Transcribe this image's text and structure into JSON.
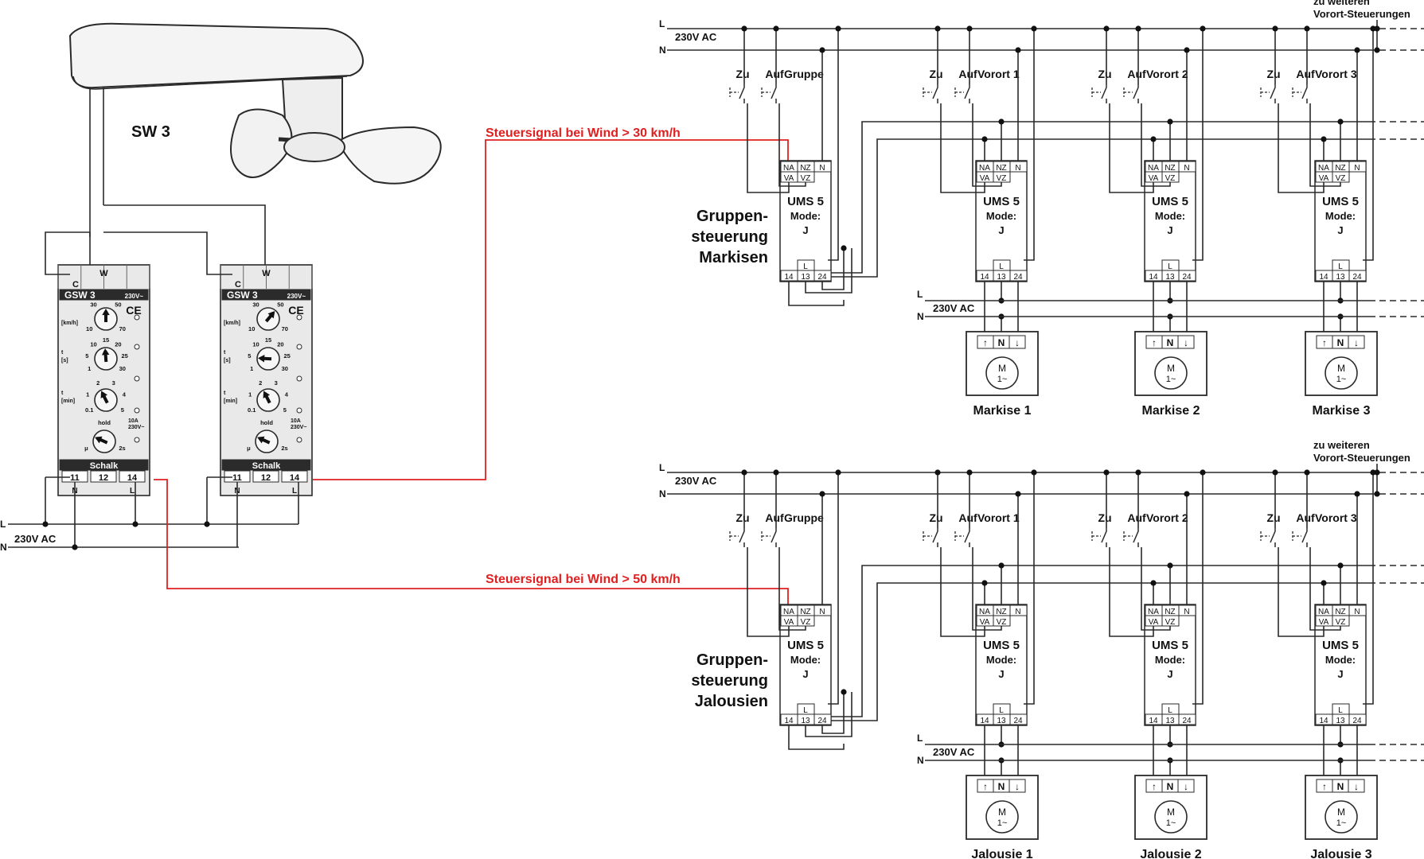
{
  "sensor": {
    "label": "SW 3"
  },
  "relays": [
    {
      "brand": "GSW 3",
      "voltage": "230V~",
      "cert": "CE",
      "top_terms": [
        "C",
        "W"
      ],
      "bot_terms": [
        "11",
        "12",
        "14"
      ],
      "bot_sub": [
        "N",
        "L"
      ],
      "speed_unit": "[km/h]",
      "speed_ticks": [
        "10",
        "30",
        "50",
        "70"
      ],
      "speed_value": 40,
      "ton_unit": "[s]",
      "ton_ticks": [
        "1",
        "5",
        "10",
        "15",
        "20",
        "25",
        "30"
      ],
      "ton_value": 15,
      "toff_unit": "[min]",
      "toff_ticks": [
        "0.1",
        "1",
        "2",
        "3",
        "4",
        "5"
      ],
      "toff_value": 2,
      "hold_ticks": [
        "μ",
        "hold",
        "2s"
      ],
      "rating": [
        "10A",
        "230V~"
      ],
      "logo": "Schalk"
    },
    {
      "brand": "GSW 3",
      "voltage": "230V~",
      "cert": "CE",
      "top_terms": [
        "C",
        "W"
      ],
      "bot_terms": [
        "11",
        "12",
        "14"
      ],
      "bot_sub": [
        "N",
        "L"
      ],
      "speed_unit": "[km/h]",
      "speed_ticks": [
        "10",
        "30",
        "50",
        "70"
      ],
      "speed_value": 50,
      "ton_unit": "[s]",
      "ton_ticks": [
        "1",
        "5",
        "10",
        "15",
        "20",
        "25",
        "30"
      ],
      "ton_value": 5,
      "toff_unit": "[min]",
      "toff_ticks": [
        "0.1",
        "1",
        "2",
        "3",
        "4",
        "5"
      ],
      "toff_value": 2,
      "hold_ticks": [
        "μ",
        "hold",
        "2s"
      ],
      "rating": [
        "10A",
        "230V~"
      ],
      "logo": "Schalk"
    }
  ],
  "mains_left": {
    "L": "L",
    "N": "N",
    "voltage": "230V AC"
  },
  "signals": [
    {
      "label": "Steuersignal bei Wind > 30 km/h",
      "color": "#e02020"
    },
    {
      "label": "Steuersignal bei Wind > 50 km/h",
      "color": "#e02020"
    }
  ],
  "groups": [
    {
      "rails_L": "L",
      "rails_N": "N",
      "rails_voltage": "230V AC",
      "more_label": [
        "zu weiteren",
        "Vorort-Steuerungen"
      ],
      "group_title": [
        "Gruppen-",
        "steuerung",
        "Markisen"
      ],
      "switch_labels": [
        "Zu",
        "Auf"
      ],
      "ums": [
        {
          "name": "Gruppe",
          "title": "UMS 5",
          "mode_label": "Mode:",
          "mode": "J"
        },
        {
          "name": "Vorort 1",
          "title": "UMS 5",
          "mode_label": "Mode:",
          "mode": "J"
        },
        {
          "name": "Vorort 2",
          "title": "UMS 5",
          "mode_label": "Mode:",
          "mode": "J"
        },
        {
          "name": "Vorort 3",
          "title": "UMS 5",
          "mode_label": "Mode:",
          "mode": "J"
        }
      ],
      "motors": [
        "Markise 1",
        "Markise 2",
        "Markise 3"
      ],
      "motor_mains": {
        "L": "L",
        "N": "N",
        "voltage": "230V AC"
      }
    },
    {
      "rails_L": "L",
      "rails_N": "N",
      "rails_voltage": "230V AC",
      "more_label": [
        "zu weiteren",
        "Vorort-Steuerungen"
      ],
      "group_title": [
        "Gruppen-",
        "steuerung",
        "Jalousien"
      ],
      "switch_labels": [
        "Zu",
        "Auf"
      ],
      "ums": [
        {
          "name": "Gruppe",
          "title": "UMS 5",
          "mode_label": "Mode:",
          "mode": "J"
        },
        {
          "name": "Vorort 1",
          "title": "UMS 5",
          "mode_label": "Mode:",
          "mode": "J"
        },
        {
          "name": "Vorort 2",
          "title": "UMS 5",
          "mode_label": "Mode:",
          "mode": "J"
        },
        {
          "name": "Vorort 3",
          "title": "UMS 5",
          "mode_label": "Mode:",
          "mode": "J"
        }
      ],
      "motors": [
        "Jalousie 1",
        "Jalousie 2",
        "Jalousie 3"
      ],
      "motor_mains": {
        "L": "L",
        "N": "N",
        "voltage": "230V AC"
      }
    }
  ],
  "ums_terms": {
    "top": [
      "NA",
      "NZ",
      "N"
    ],
    "mid": [
      "VA",
      "VZ"
    ],
    "bot": [
      "14",
      "13",
      "24"
    ],
    "l": "L"
  },
  "motor": {
    "symbol": "M",
    "phase": "1~",
    "terms": [
      "↑",
      "N",
      "↓"
    ]
  },
  "colors": {
    "wire": "#2a2a2a",
    "signal": "#e02020",
    "relay_body": "#e9e9e9",
    "relay_band": "#2b2b2b"
  }
}
